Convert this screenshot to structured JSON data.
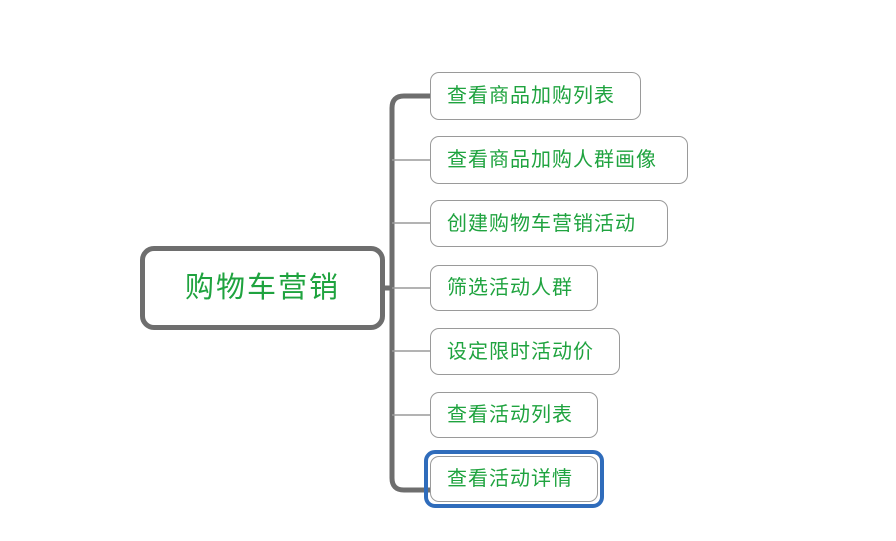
{
  "diagram": {
    "type": "mind-map",
    "background_color": "#ffffff",
    "text_color": "#1fa33f",
    "branch_color": "#6e6e6e",
    "node_border_color": "#9a9a9a",
    "selection_color": "#2f6cbb",
    "root": {
      "label": "购物车营销"
    },
    "children": [
      {
        "label": "查看商品加购列表",
        "selected": false
      },
      {
        "label": "查看商品加购人群画像",
        "selected": false
      },
      {
        "label": "创建购物车营销活动",
        "selected": false
      },
      {
        "label": "筛选活动人群",
        "selected": false
      },
      {
        "label": "设定限时活动价",
        "selected": false
      },
      {
        "label": "查看活动列表",
        "selected": false
      },
      {
        "label": "查看活动详情",
        "selected": true
      }
    ]
  }
}
